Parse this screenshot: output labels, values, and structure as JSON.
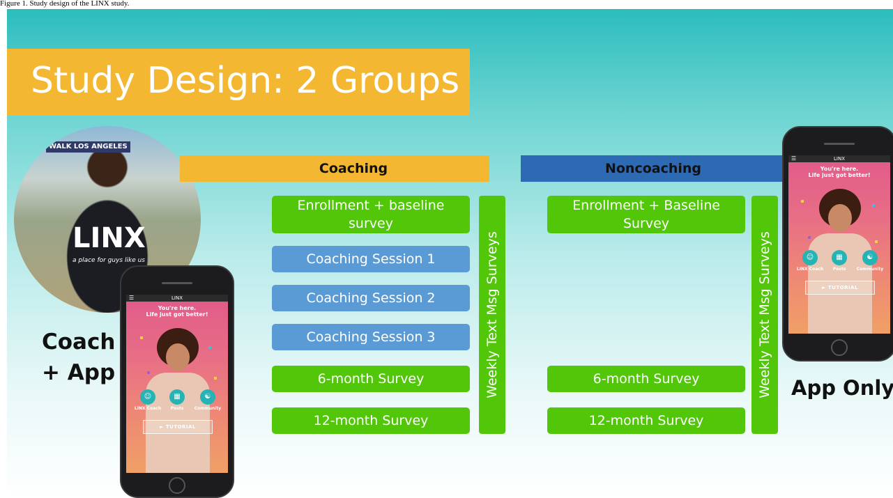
{
  "caption": "Figure 1. Study design of the LINX study.",
  "title": "Study Design: 2 Groups",
  "groups": {
    "coaching": {
      "header": "Coaching",
      "steps": [
        "Enrollment + baseline survey",
        "Coaching Session 1",
        "Coaching Session 2",
        "Coaching Session 3",
        "6-month Survey",
        "12-month Survey"
      ],
      "side_bar": "Weekly Text Msg Surveys",
      "label_line1": "Coach",
      "label_line2": "+ App"
    },
    "noncoaching": {
      "header": "Noncoaching",
      "steps": [
        "Enrollment + Baseline Survey",
        "6-month Survey",
        "12-month Survey"
      ],
      "side_bar": "Weekly Text Msg Surveys",
      "label": "App Only"
    }
  },
  "photo": {
    "shirt_text": "LINX",
    "shirt_tagline": "a place for guys like us",
    "sign_text": "WALK LOS ANGELES"
  },
  "app_screen": {
    "app_name": "LINX",
    "menu_icon": "hamburger-icon",
    "headline_1": "You're here.",
    "headline_2": "Life just got better!",
    "nav": [
      {
        "label": "LINX Coach",
        "icon": "coach-icon"
      },
      {
        "label": "Posts",
        "icon": "posts-icon"
      },
      {
        "label": "Community",
        "icon": "community-icon"
      }
    ],
    "tutorial": "TUTORIAL"
  },
  "colors": {
    "banner": "#f4b731",
    "noncoaching_header": "#2e6ab3",
    "survey_green": "#52c70a",
    "session_blue": "#5b9bd5",
    "teal": "#2bbdbd"
  }
}
